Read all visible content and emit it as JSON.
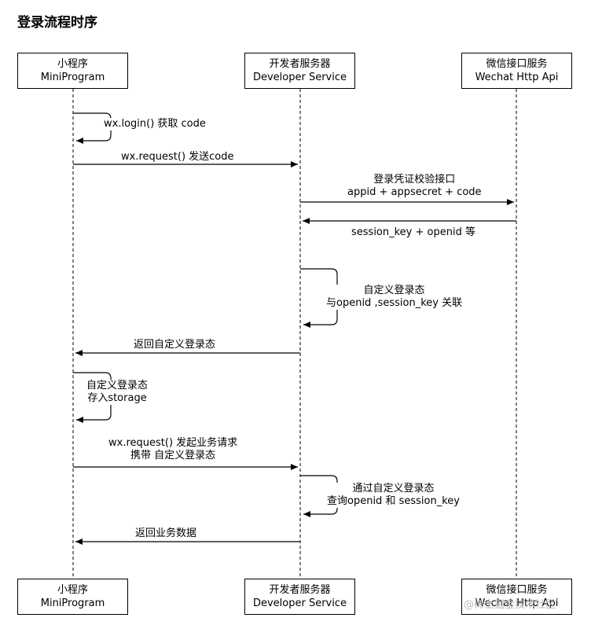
{
  "title": "登录流程时序",
  "participants": {
    "mini": {
      "line1": "小程序",
      "line2": "MiniProgram"
    },
    "dev": {
      "line1": "开发者服务器",
      "line2": "Developer Service"
    },
    "wechat": {
      "line1": "微信接口服务",
      "line2": "Wechat Http Api"
    }
  },
  "messages": {
    "m1": "wx.login() 获取 code",
    "m2": "wx.request() 发送code",
    "m3a": "登录凭证校验接口",
    "m3b": "appid + appsecret + code",
    "m4": "session_key + openid 等",
    "m5a": "自定义登录态",
    "m5b": "与openid ,session_key 关联",
    "m6": "返回自定义登录态",
    "m7a": "自定义登录态",
    "m7b": "存入storage",
    "m8a": "wx.request() 发起业务请求",
    "m8b": "携带 自定义登录态",
    "m9a": "通过自定义登录态",
    "m9b": "查询openid 和 session_key",
    "m10": "返回业务数据"
  },
  "watermark": "@稀土掘金技术社区"
}
